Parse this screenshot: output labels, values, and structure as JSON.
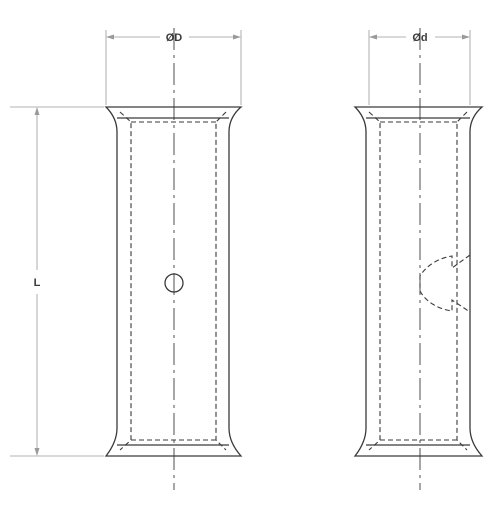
{
  "labels": {
    "outer_diameter": "ØD",
    "inner_diameter": "Ød",
    "length": "L"
  }
}
